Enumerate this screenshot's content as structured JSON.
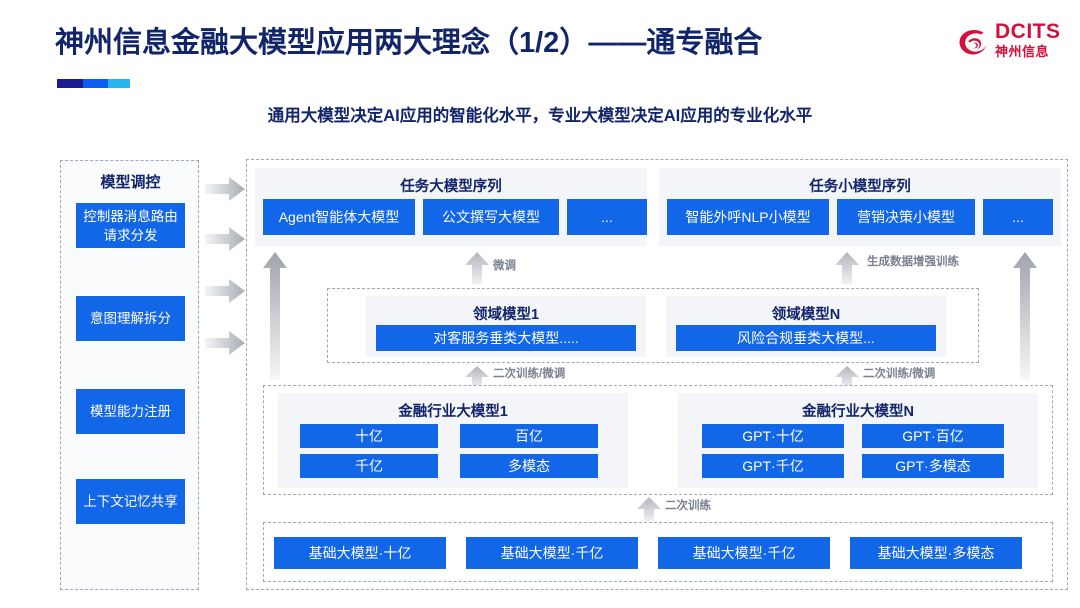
{
  "header": {
    "title": "神州信息金融大模型应用两大理念（1/2）——通专融合",
    "subtitle": "通用大模型决定AI应用的智能化水平，专业大模型决定AI应用的专业化水平",
    "logo": {
      "en": "DCITS",
      "cn": "神州信息",
      "color": "#d4113a"
    },
    "underline_colors": [
      "#1b1b8f",
      "#0b5ef0",
      "#29b6f0"
    ]
  },
  "colors": {
    "chip_blue": "#1266e8",
    "title_navy": "#12256b",
    "group_bg": "#f3f5f8",
    "dashed_border": "#9aa7c7",
    "arrow_gray": "#b6bac1",
    "label_gray": "#7b8190"
  },
  "control_panel": {
    "title": "模型调控",
    "items": [
      {
        "label": "控制器消息路由请求分发"
      },
      {
        "label": "意图理解拆分"
      },
      {
        "label": "模型能力注册"
      },
      {
        "label": "上下文记忆共享"
      }
    ]
  },
  "task_rows": [
    {
      "title": "任务大模型序列",
      "chips": [
        "Agent智能体大模型",
        "公文撰写大模型",
        "..."
      ]
    },
    {
      "title": "任务小模型序列",
      "chips": [
        "智能外呼NLP小模型",
        "营销决策小模型",
        "..."
      ]
    }
  ],
  "domain_models": [
    {
      "title": "领域模型1",
      "chip": "对客服务垂类大模型....."
    },
    {
      "title": "领域模型N",
      "chip": "风险合规垂类大模型..."
    }
  ],
  "industry_models": [
    {
      "title": "金融行业大模型1",
      "chips": [
        "十亿",
        "百亿",
        "千亿",
        "多模态"
      ]
    },
    {
      "title": "金融行业大模型N",
      "chips": [
        "GPT·十亿",
        "GPT·百亿",
        "GPT·千亿",
        "GPT·多模态"
      ]
    }
  ],
  "base_models": {
    "chips": [
      "基础大模型·十亿",
      "基础大模型·千亿",
      "基础大模型·千亿",
      "基础大模型·多模态"
    ]
  },
  "arrow_labels": {
    "fine_tune": "微调",
    "generate_aug": "生成数据增强训练",
    "secondary_train_finetune_left": "二次训练/微调",
    "secondary_train_finetune_right": "二次训练/微调",
    "secondary_train": "二次训练"
  }
}
